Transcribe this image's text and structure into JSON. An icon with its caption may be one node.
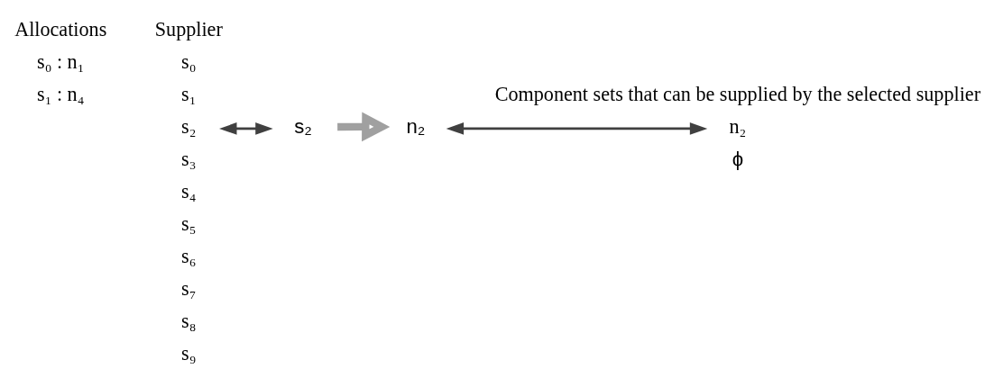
{
  "diagram": {
    "nodes": [
      {
        "text": [
          "s₂"
        ]
      },
      {
        "text": [
          "s₂"
        ]
      },
      {
        "text": [
          "n₂"
        ]
      },
      {
        "text": [
          "n₂"
        ]
      }
    ],
    "edges": [
      {
        "from": 0,
        "to": 1,
        "arrow": "both"
      },
      {
        "from": 1,
        "to": 2,
        "arrow": "to",
        "style": "thick",
        "color": "#a0a0a0"
      },
      {
        "from": 2,
        "to": 3,
        "arrow": "both"
      }
    ],
    "labels": [
      "Allocations",
      "s₀ : n₁",
      "s₁ : n₄",
      "Supplier",
      "s₀",
      "s₁",
      "s₃",
      "s₄",
      "s₅",
      "s₆",
      "s₇",
      "s₈",
      "s₉",
      "Component sets that can be supplied by the selected supplier",
      "ϕ"
    ]
  }
}
